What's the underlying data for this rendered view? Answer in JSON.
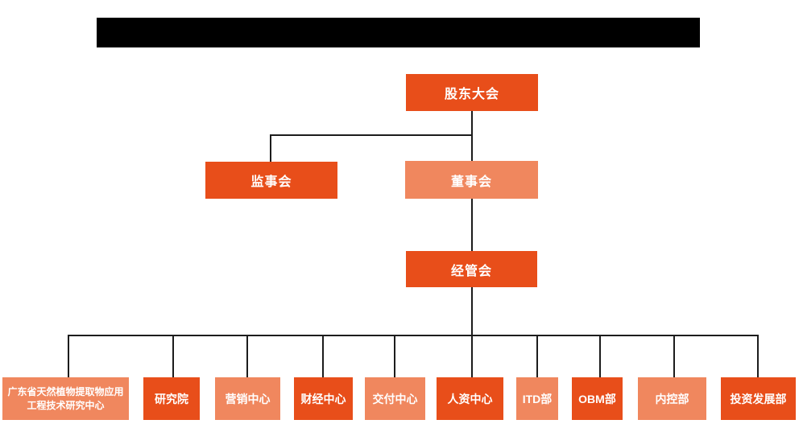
{
  "colors": {
    "dark_orange": "#e84e1a",
    "light_salmon": "#f0875e",
    "connector_line": "#1c1c1c",
    "redaction_bar": "#000000",
    "node_text": "#ffffff",
    "background": "#ffffff"
  },
  "org": {
    "nodes": [
      {
        "id": "shareholders-meeting",
        "label": "股东大会",
        "variant": "dark",
        "level": 1
      },
      {
        "id": "supervisory-board",
        "label": "监事会",
        "variant": "dark",
        "level": 2
      },
      {
        "id": "board-of-directors",
        "label": "董事会",
        "variant": "light",
        "level": 2
      },
      {
        "id": "management-committee",
        "label": "经管会",
        "variant": "dark",
        "level": 3
      },
      {
        "id": "gd-natural-plant-extract-center",
        "label": "广东省天然植物提取物应用工程技术研究中心",
        "variant": "light",
        "level": 4
      },
      {
        "id": "research-institute",
        "label": "研究院",
        "variant": "dark",
        "level": 4
      },
      {
        "id": "marketing-center",
        "label": "营销中心",
        "variant": "light",
        "level": 4
      },
      {
        "id": "finance-center",
        "label": "财经中心",
        "variant": "dark",
        "level": 4
      },
      {
        "id": "delivery-center",
        "label": "交付中心",
        "variant": "light",
        "level": 4
      },
      {
        "id": "hr-center",
        "label": "人资中心",
        "variant": "dark",
        "level": 4
      },
      {
        "id": "itd-department",
        "label": "ITD部",
        "variant": "light",
        "level": 4
      },
      {
        "id": "obm-department",
        "label": "OBM部",
        "variant": "dark",
        "level": 4
      },
      {
        "id": "internal-control-department",
        "label": "内控部",
        "variant": "light",
        "level": 4
      },
      {
        "id": "investment-development-department",
        "label": "投资发展部",
        "variant": "dark",
        "level": 4
      }
    ],
    "edges": [
      [
        "股东大会",
        "监事会"
      ],
      [
        "股东大会",
        "董事会"
      ],
      [
        "董事会",
        "经管会"
      ],
      [
        "经管会",
        "广东省天然植物提取物应用工程技术研究中心"
      ],
      [
        "经管会",
        "研究院"
      ],
      [
        "经管会",
        "营销中心"
      ],
      [
        "经管会",
        "财经中心"
      ],
      [
        "经管会",
        "交付中心"
      ],
      [
        "经管会",
        "人资中心"
      ],
      [
        "经管会",
        "ITD部"
      ],
      [
        "经管会",
        "OBM部"
      ],
      [
        "经管会",
        "内控部"
      ],
      [
        "经管会",
        "投资发展部"
      ]
    ]
  }
}
